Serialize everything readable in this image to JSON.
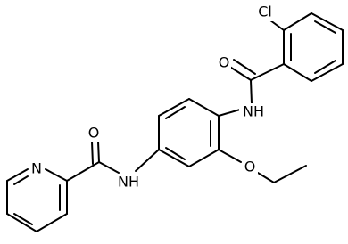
{
  "molecule": {
    "labels": {
      "cl": "Cl",
      "amide_o_top": "O",
      "nh_top": "NH",
      "amide_o_left": "O",
      "nh_bottom": "NH",
      "n_pyridine": "N",
      "methoxy_o": "O"
    }
  }
}
